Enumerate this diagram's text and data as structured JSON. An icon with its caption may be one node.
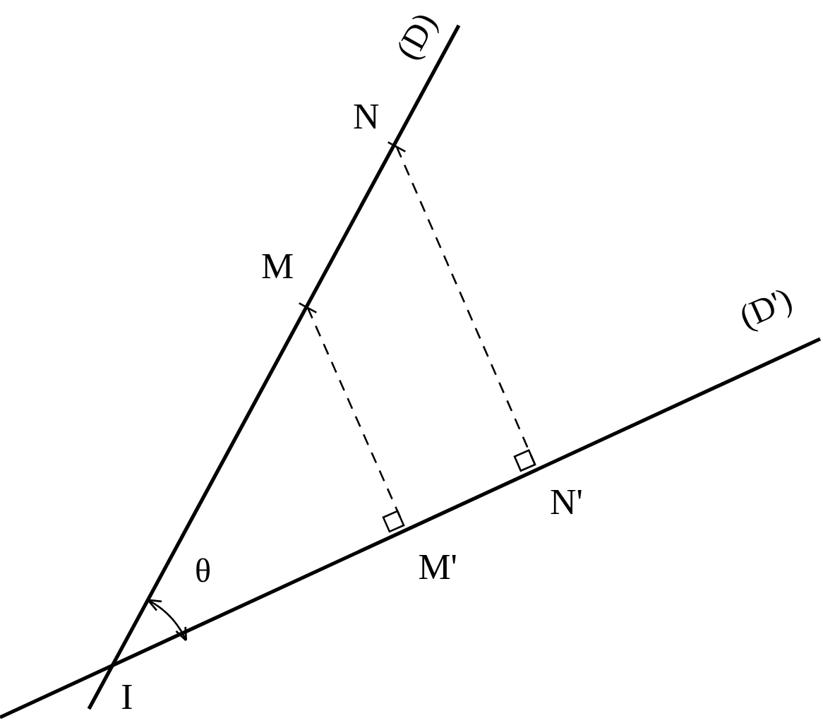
{
  "diagram": {
    "nodes": [
      {
        "text": [
          "N"
        ]
      },
      {
        "text": [
          "M"
        ]
      },
      {
        "text": [
          "M'"
        ]
      },
      {
        "text": [
          "N'"
        ]
      },
      {
        "text": [
          "I"
        ]
      }
    ],
    "edges": [
      {
        "from": 1,
        "to": 2,
        "arrow": "other",
        "style": "dashed"
      },
      {
        "from": 0,
        "to": 3,
        "arrow": "other",
        "style": "dashed"
      }
    ],
    "labels": [
      "(D)",
      "(D')",
      "θ"
    ]
  }
}
